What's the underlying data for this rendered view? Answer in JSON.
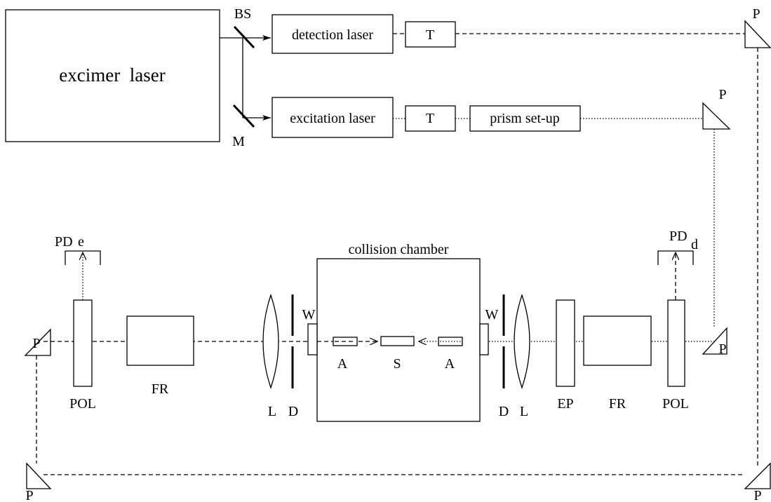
{
  "labels": {
    "excimer_laser": "excimer  laser",
    "beam_splitter": "BS",
    "mirror": "M",
    "detection_laser": "detection laser",
    "excitation_laser": "excitation laser",
    "telescope": "T",
    "prism_setup": "prism set-up",
    "prism": "P",
    "collision_chamber": "collision chamber",
    "photodiode_e": "PD",
    "photodiode_e_sub": "e",
    "photodiode_d": "PD",
    "photodiode_d_sub": "d",
    "polarizer": "POL",
    "faraday_rotator": "FR",
    "lens": "L",
    "diaphragm": "D",
    "window": "W",
    "aperture": "A",
    "sample": "S",
    "entrance_plate": "EP"
  }
}
